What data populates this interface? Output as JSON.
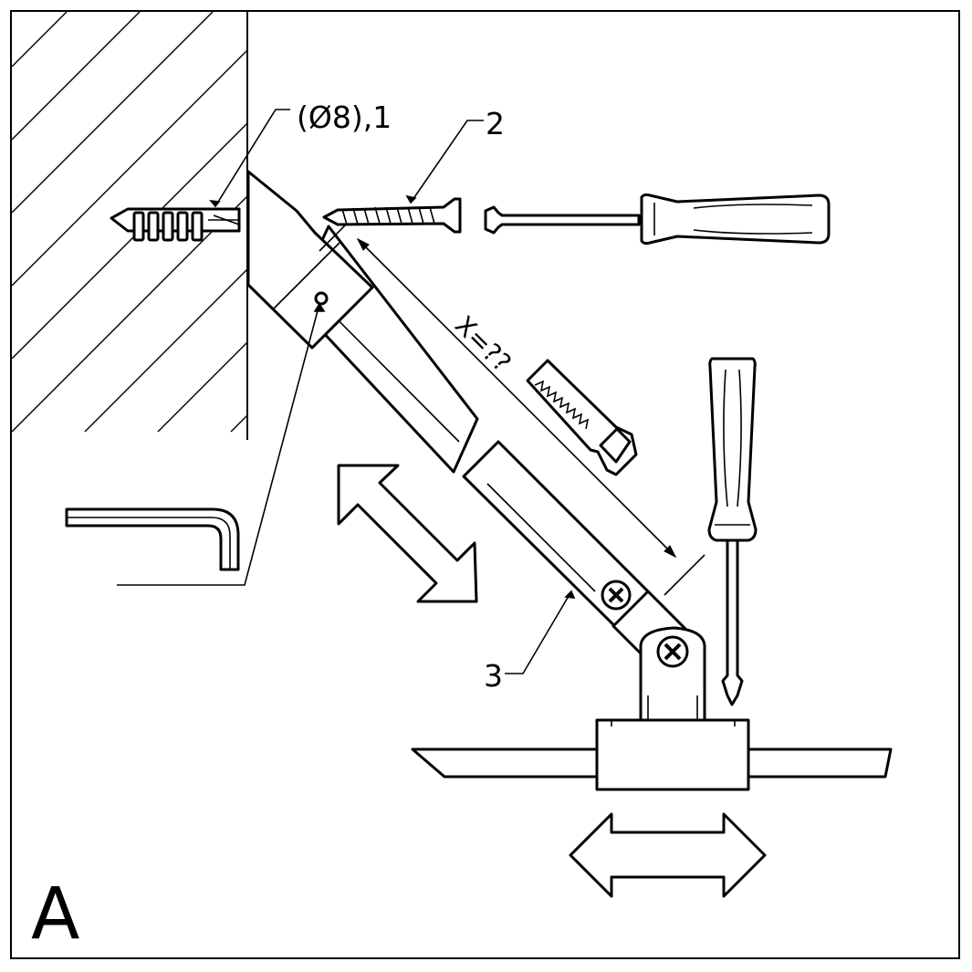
{
  "figure": {
    "panel_letter": "A",
    "callouts": {
      "anchor": "(Ø8),1",
      "screw": "2",
      "arm": "3",
      "dimension": "X=??"
    }
  },
  "colors": {
    "line": "#000000",
    "background": "#ffffff"
  },
  "icons": [
    "wall-anchor-icon",
    "wood-screw-icon",
    "phillips-screwdriver-icon",
    "hand-saw-icon",
    "hex-key-icon",
    "adjust-arrow-icon",
    "slide-arrow-icon"
  ]
}
